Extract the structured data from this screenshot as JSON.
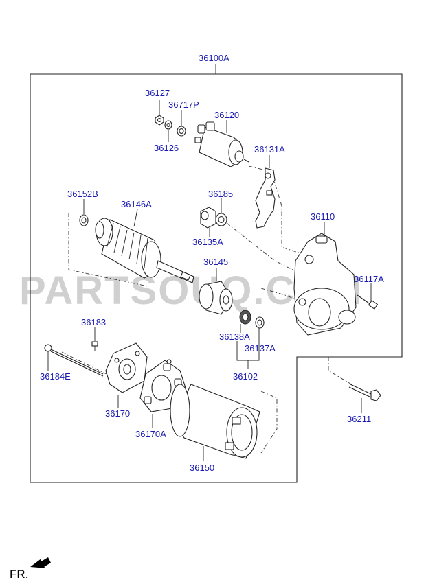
{
  "watermark": "PARTSOUQ.COM",
  "direction_label": "FR.",
  "parts": {
    "p36100A": "36100A",
    "p36127": "36127",
    "p36717P": "36717P",
    "p36120": "36120",
    "p36126": "36126",
    "p36131A": "36131A",
    "p36152B": "36152B",
    "p36146A": "36146A",
    "p36185": "36185",
    "p36110": "36110",
    "p36135A": "36135A",
    "p36145": "36145",
    "p36117A": "36117A",
    "p36183": "36183",
    "p36138A": "36138A",
    "p36137A": "36137A",
    "p36184E": "36184E",
    "p36102": "36102",
    "p36211": "36211",
    "p36170": "36170",
    "p36170A": "36170A",
    "p36150": "36150"
  },
  "colors": {
    "label": "#1a1ab0",
    "line": "#222222",
    "watermark": "#d0d0d0"
  }
}
